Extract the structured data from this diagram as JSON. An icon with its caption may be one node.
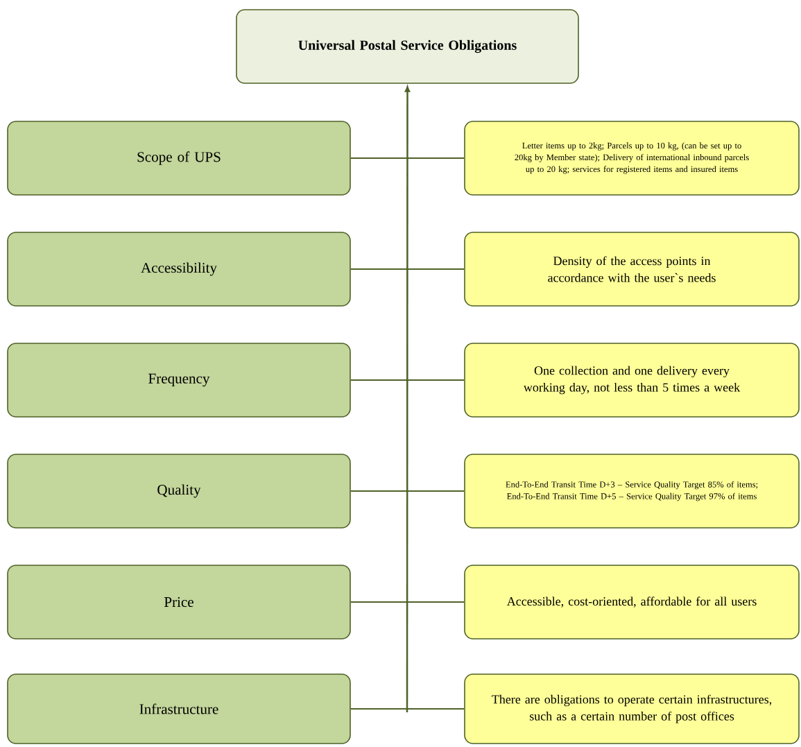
{
  "diagram": {
    "nodes": [
      {
        "text": [
          "Universal Postal Service Obligations"
        ]
      },
      {
        "text": [
          "Scope of UPS"
        ]
      },
      {
        "text": [
          "Accessibility"
        ]
      },
      {
        "text": [
          "Frequency"
        ]
      },
      {
        "text": [
          "Quality"
        ]
      },
      {
        "text": [
          "Price"
        ]
      },
      {
        "text": [
          "Infrastructure"
        ]
      },
      {
        "text": [
          "Letter items up to 2kg; Parcels up to 10 kg, (can be set up to 20kg by Member state); Delivery of international inbound parcels up to 20 kg; services for registered items and insured items"
        ]
      },
      {
        "text": [
          "Density of the access points in accordance with the user`s needs"
        ]
      },
      {
        "text": [
          "One collection and one delivery every working day, not less than 5 times a week"
        ]
      },
      {
        "text": [
          "End-To-End Transit Time D+3 – Service Quality Target 85% of items; End-To-End Transit Time D+5 – Service Quality Target 97% of items"
        ]
      },
      {
        "text": [
          "Accessible, cost-oriented, affordable for all users"
        ]
      },
      {
        "text": [
          "There are obligations to operate certain infrastructures, such as a certain number of post offices"
        ]
      }
    ],
    "edges": [
      {
        "from": 1,
        "to": 7,
        "arrow": "none"
      },
      {
        "from": 2,
        "to": 8,
        "arrow": "none"
      },
      {
        "from": 3,
        "to": 9,
        "arrow": "none"
      },
      {
        "from": 4,
        "to": 10,
        "arrow": "none"
      },
      {
        "from": 5,
        "to": 11,
        "arrow": "none"
      },
      {
        "from": 6,
        "to": 12,
        "arrow": "none"
      },
      {
        "from": null,
        "to": 0,
        "arrow": "to"
      }
    ]
  }
}
